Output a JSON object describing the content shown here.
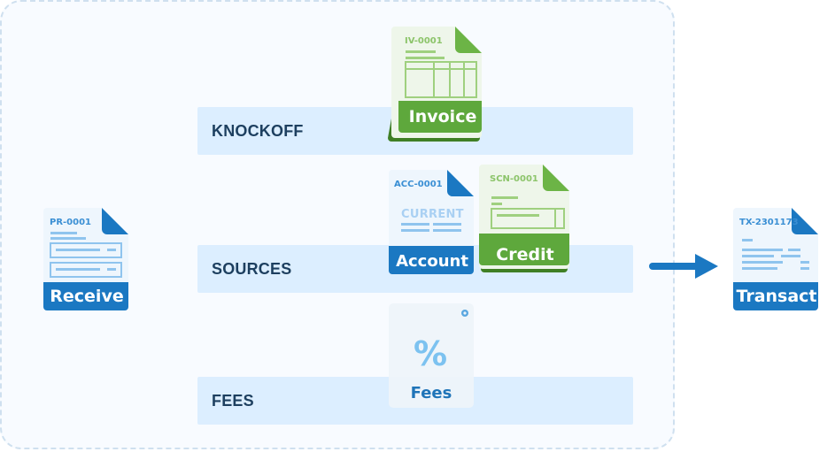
{
  "lanes": [
    {
      "label": "KNOCKOFF"
    },
    {
      "label": "SOURCES"
    },
    {
      "label": "FEES"
    }
  ],
  "docs": {
    "receive": {
      "code": "PR-0001",
      "label": "Receive"
    },
    "invoice": {
      "code": "IV-0001",
      "label": "Invoice"
    },
    "account": {
      "code": "ACC-0001",
      "sub": "CURRENT",
      "label": "Account"
    },
    "credit": {
      "code": "SCN-0001",
      "label": "Credit"
    },
    "fees": {
      "symbol": "%",
      "label": "Fees"
    },
    "transact": {
      "code": "TX-2301173",
      "label": "Transact"
    }
  },
  "colors": {
    "blue": "#1b78c2",
    "blue_dark": "#0d5f9e",
    "green": "#5ea83c",
    "green_dark": "#3f7f25",
    "lane": "#dceeff"
  }
}
